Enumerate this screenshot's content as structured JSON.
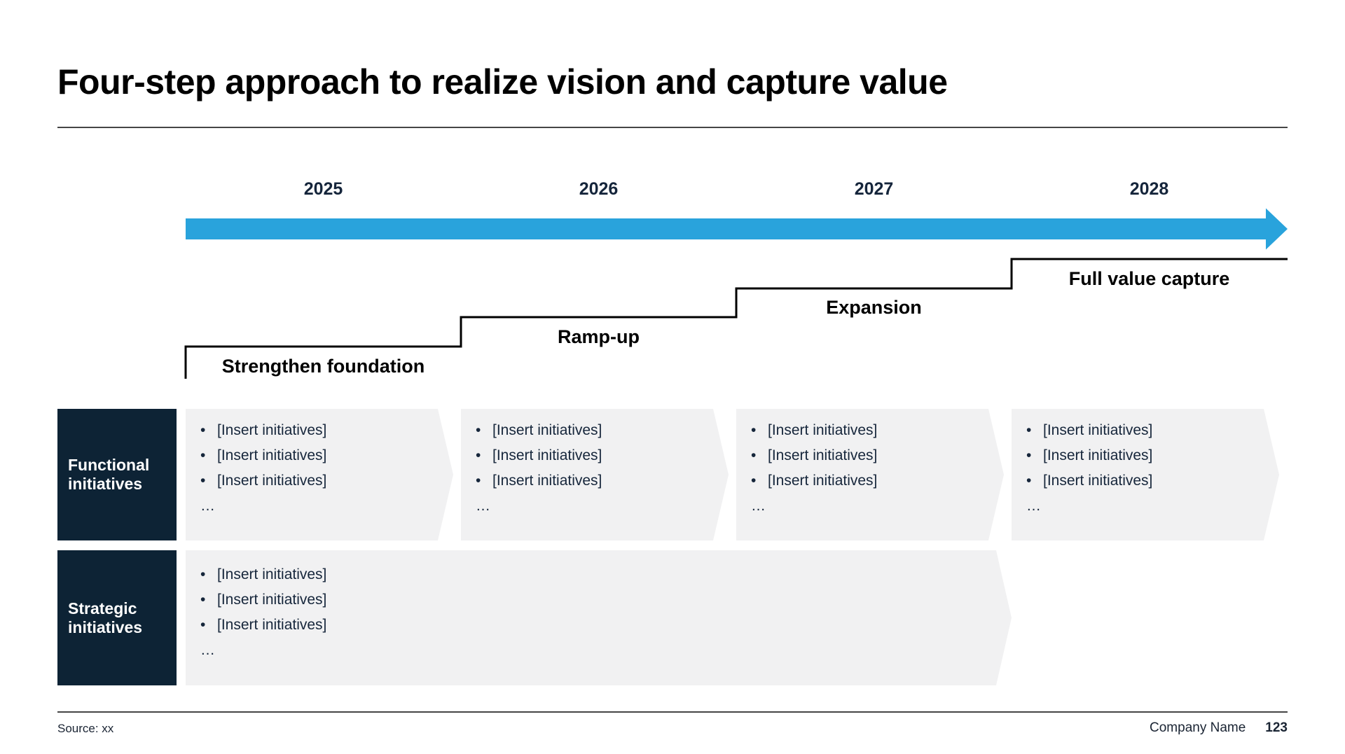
{
  "theme": {
    "accent_blue": "#29A3DC",
    "navy": "#0D2335",
    "box_gray": "#F1F1F2"
  },
  "header": {
    "title": "Four-step approach to realize vision and capture value"
  },
  "timeline": {
    "years": [
      "2025",
      "2026",
      "2027",
      "2028"
    ]
  },
  "steps": [
    {
      "label": "Strengthen foundation"
    },
    {
      "label": "Ramp-up"
    },
    {
      "label": "Expansion"
    },
    {
      "label": "Full value capture"
    }
  ],
  "glyphs": {
    "bullet": "•",
    "ellipsis": "…"
  },
  "rows": [
    {
      "title_lines": [
        "Functional",
        "initiatives"
      ],
      "boxes": [
        {
          "bullets": [
            "[Insert initiatives]",
            "[Insert initiatives]",
            "[Insert initiatives]"
          ]
        },
        {
          "bullets": [
            "[Insert initiatives]",
            "[Insert initiatives]",
            "[Insert initiatives]"
          ]
        },
        {
          "bullets": [
            "[Insert initiatives]",
            "[Insert initiatives]",
            "[Insert initiatives]"
          ]
        },
        {
          "bullets": [
            "[Insert initiatives]",
            "[Insert initiatives]",
            "[Insert initiatives]"
          ]
        }
      ]
    },
    {
      "title_lines": [
        "Strategic",
        "initiatives"
      ],
      "boxes": [
        {
          "bullets": [
            "[Insert initiatives]",
            "[Insert initiatives]",
            "[Insert initiatives]"
          ]
        }
      ]
    }
  ],
  "footer": {
    "source": "Source: xx",
    "company": "Company Name",
    "page": "123"
  }
}
